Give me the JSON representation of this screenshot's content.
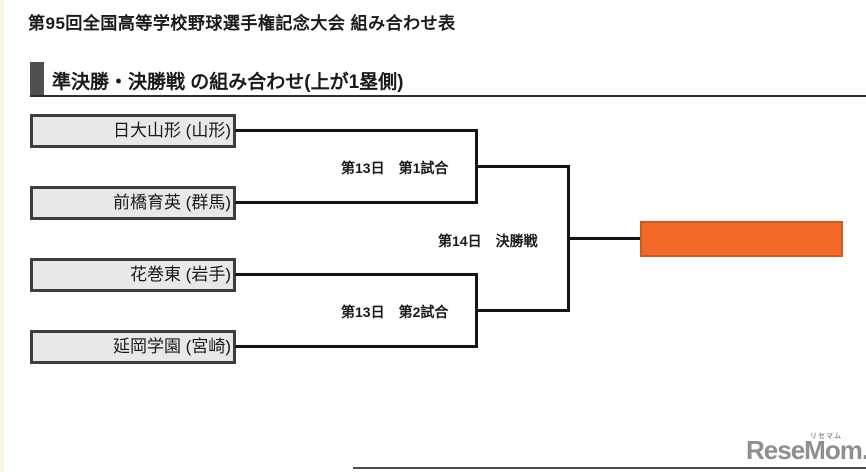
{
  "page": {
    "title": "第95回全国高等学校野球選手権記念大会 組み合わせ表",
    "section_heading": "準決勝・決勝戦 の組み合わせ(上が1塁側)"
  },
  "bracket": {
    "teams": [
      {
        "name": "日大山形 (山形)"
      },
      {
        "name": "前橋育英 (群馬)"
      },
      {
        "name": "花巻東 (岩手)"
      },
      {
        "name": "延岡学園 (宮崎)"
      }
    ],
    "matches": {
      "semifinal1": "第13日　第1試合",
      "final": "第14日　決勝戦",
      "semifinal2": "第13日　第2試合"
    },
    "colors": {
      "winner_box_fill": "#f26827",
      "winner_box_border": "#d0591e",
      "line": "#141414",
      "team_box_fill": "#e8e8e8",
      "team_box_border": "#3e3e3e"
    }
  },
  "footer": {
    "logo_text": "ReseMom",
    "logo_suffix": ".",
    "logo_ruby": "リセマム",
    "logo_color": "#8f8f92"
  }
}
